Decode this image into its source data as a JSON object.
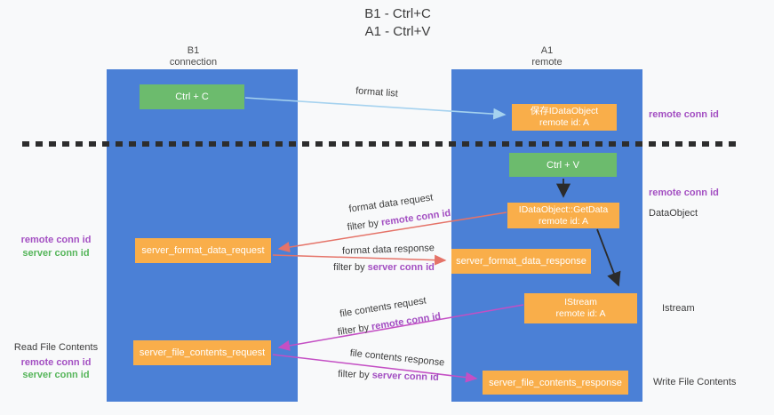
{
  "title": {
    "line1": "B1 - Ctrl+C",
    "line2": "A1 - Ctrl+V"
  },
  "lifelines": {
    "left": {
      "name": "B1",
      "subtitle": "connection"
    },
    "right": {
      "name": "A1",
      "subtitle": "remote"
    }
  },
  "boxes": {
    "ctrl_c": {
      "label": "Ctrl + C"
    },
    "ctrl_v": {
      "label": "Ctrl + V"
    },
    "save_idataobject": {
      "line1": "保存IDataObject",
      "line2": "remote id: A"
    },
    "idataobject_getdata": {
      "line1": "IDataObject::GetData",
      "line2": "remote id: A"
    },
    "istream": {
      "line1": "IStream",
      "line2": "remote id: A"
    },
    "server_format_data_request": {
      "label": "server_format_data_request"
    },
    "server_format_data_response": {
      "label": "server_format_data_response"
    },
    "server_file_contents_request": {
      "label": "server_file_contents_request"
    },
    "server_file_contents_response": {
      "label": "server_file_contents_response"
    }
  },
  "messages": {
    "format_list": {
      "label": "format list"
    },
    "format_data_request": {
      "label": "format data request",
      "filter_prefix": "filter by ",
      "filter_key": "remote conn id"
    },
    "format_data_response": {
      "label": "format data response",
      "filter_prefix": "filter by ",
      "filter_key": "server conn id"
    },
    "file_contents_request": {
      "label": "file contents request",
      "filter_prefix": "filter by ",
      "filter_key": "remote conn id"
    },
    "file_contents_response": {
      "label": "file contents response",
      "filter_prefix": "filter by ",
      "filter_key": "server conn id"
    }
  },
  "annotations": {
    "right_remote_conn_top": "remote conn id",
    "right_remote_conn_mid": "remote conn id",
    "dataobject": "DataObject",
    "istream": "Istream",
    "write_file_contents": "Write File Contents",
    "left_remote_conn_top": "remote conn id",
    "left_server_conn_top": "server conn id",
    "read_file_contents": "Read File Contents",
    "left_remote_conn_bottom": "remote conn id",
    "left_server_conn_bottom": "server conn id"
  },
  "colors": {
    "background": "#f8f9fa",
    "lifeline_blue": "#4b80d6",
    "box_green": "#6cbb6d",
    "box_orange": "#f9ae4a",
    "arrow_light_blue": "#a5d2ef",
    "arrow_salmon": "#e57368",
    "arrow_magenta": "#c44fc4",
    "arrow_black": "#2b2b2b",
    "text_purple": "#a34fc2",
    "text_green": "#55b559",
    "text_dark": "#3c3c3c",
    "dash_line": "#2d2d2d"
  }
}
